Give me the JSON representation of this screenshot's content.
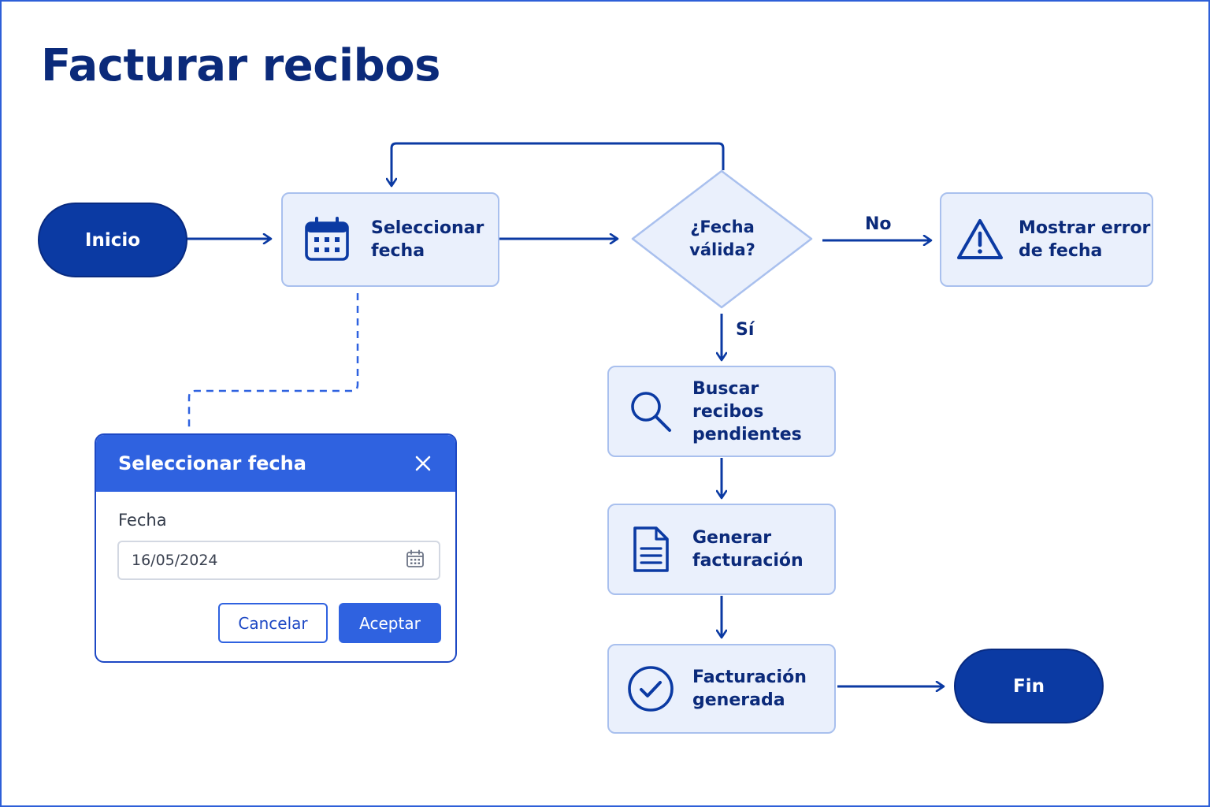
{
  "title": "Facturar recibos",
  "nodes": {
    "inicio": "Inicio",
    "seleccionar_fecha": "Seleccionar\nfecha",
    "fecha_valida": "¿Fecha\nválida?",
    "mostrar_error": "Mostrar error\nde fecha",
    "buscar_recibos": "Buscar recibos\npendientes",
    "generar_facturacion": "Generar\nfacturación",
    "facturacion_generada": "Facturación\ngenerada",
    "fin": "Fin"
  },
  "edge_labels": {
    "no": "No",
    "si": "Sí"
  },
  "dialog": {
    "title": "Seleccionar fecha",
    "field_label": "Fecha",
    "date_value": "16/05/2024",
    "cancel_label": "Cancelar",
    "accept_label": "Aceptar"
  },
  "icons": {
    "seleccionar_fecha": "calendar-icon",
    "mostrar_error": "warning-icon",
    "buscar_recibos": "search-icon",
    "generar_facturacion": "document-icon",
    "facturacion_generada": "check-circle-icon",
    "dialog_close": "close-icon",
    "date_field": "calendar-icon"
  },
  "colors": {
    "primary_dark": "#0b3aa3",
    "accent": "#2f62e0",
    "node_fill": "#eaf0fc",
    "node_border": "#a9c0ee",
    "text": "#0b2a7a"
  }
}
